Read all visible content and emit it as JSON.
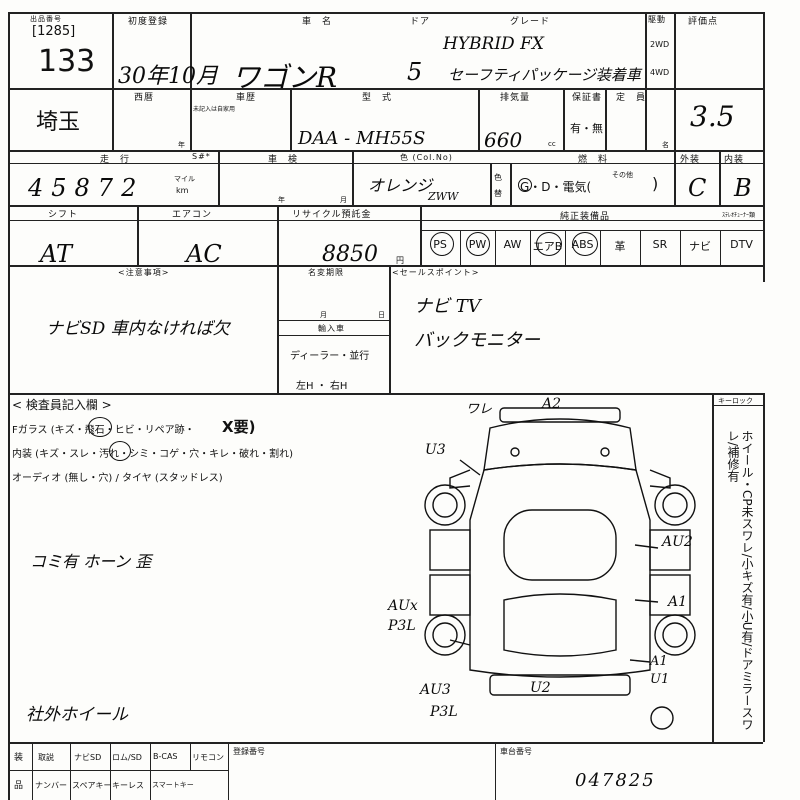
{
  "header": {
    "lot_label": "出品番号",
    "lot_bracket": "[1285]",
    "lot_number": "133",
    "first_reg_label": "初度登録",
    "first_reg_value": "30年10月",
    "model_label": "車　名",
    "model_value": "ワゴンR",
    "door_label": "ドア",
    "door_value": "5",
    "grade_label": "グレード",
    "grade_value_1": "HYBRID FX",
    "grade_value_2": "セーフティパッケージ装着車",
    "drive_label": "駆動",
    "drive_2wd": "2WD",
    "drive_4wd": "4WD",
    "score_label": "評価点",
    "score_value": "3.5"
  },
  "row2": {
    "area_value": "埼玉",
    "year_label": "西暦",
    "inspection_label": "車歴",
    "inspection_sub": "未記入は自家用",
    "year_suffix": "年",
    "type_label": "型　式",
    "type_value": "DAA - MH55S",
    "cc_label": "排気量",
    "cc_value": "660",
    "cc_unit": "cc",
    "warranty_label": "保証書",
    "warranty_value": "有・無",
    "capacity_label": "定　員",
    "capacity_unit": "名"
  },
  "row3": {
    "mileage_label": "走　行",
    "mileage_sub": "S#*",
    "mileage_value": "45872",
    "mileage_unit_1": "マイル",
    "mileage_unit_2": "km",
    "shaken_label": "車　検",
    "year_suffix": "年",
    "month_suffix": "月",
    "color_label": "色 (Col.No)",
    "color_value": "オレンジ",
    "color_code": "ZWW",
    "color_change_1": "色",
    "color_change_2": "替",
    "fuel_label": "燃　料",
    "fuel_value": "G・D・電気(",
    "fuel_other": "その他",
    "fuel_close": ")",
    "exterior_label": "外装",
    "exterior_value": "C",
    "interior_label": "内装",
    "interior_value": "B"
  },
  "row4": {
    "shift_label": "シフト",
    "shift_value": "AT",
    "ac_label": "エアコン",
    "ac_value": "AC",
    "recycle_label": "リサイクル預託金",
    "recycle_value": "8850",
    "recycle_unit": "円",
    "equipment_label": "純正装備品",
    "equipment_items": [
      "PS",
      "PW",
      "AW",
      "エアB",
      "ABS",
      "革",
      "SR",
      "ナビ",
      "DTV"
    ],
    "tuner_label": "ｽﾃﾚｵﾁｭｰﾅｰ類"
  },
  "notes": {
    "caution_label": "<注意事項>",
    "caution_value": "ナビSD 車内なければ欠",
    "name_change_label": "名変期限",
    "month_suffix": "月",
    "day_suffix": "日",
    "import_label": "輸入車",
    "dealer_value": "ディーラー・並行",
    "handle_value": "左H ・ 右H",
    "sales_label": "<セールスポイント>",
    "sales_value_1": "ナビ TV",
    "sales_value_2": "バックモニター"
  },
  "inspector": {
    "title": "< 検査員記入欄 >",
    "glass": "Fガラス (キズ・飛石・ヒビ・リペア跡・",
    "glass_mark": "X要)",
    "interior": "内装 (キズ・スレ・汚れ・シミ・コゲ・穴・キレ・破れ・割れ)",
    "audio": "オーディオ (無し・穴) / タイヤ (スタッドレス)",
    "note_1": "コミ有 ホーン 歪",
    "note_2": "社外ホイール",
    "keyless_label": "キーロック",
    "right_notes": "ホイール・CP未スワレ/小キズ有/小U有/ドアミラースワレ/補修有"
  },
  "damage": {
    "ware": "ワレ",
    "a2": "A2",
    "u3": "U3",
    "au2": "AU2",
    "a1": "A1",
    "aux": "AUx",
    "p3l_1": "P3L",
    "a1b": "A1",
    "u1": "U1",
    "au3": "AU3",
    "u2": "U2",
    "p3l_2": "P3L"
  },
  "footer": {
    "label_1": "装",
    "label_2": "品",
    "items_top": [
      "取説",
      "ナビSD",
      "ロム/SD",
      "B-CAS",
      "リモコン"
    ],
    "items_bottom": [
      "ナンバー",
      "スペアキー",
      "キーレス",
      "スマートキー"
    ],
    "reg_label": "登録番号",
    "chassis_label": "車台番号",
    "chassis_value": "047825"
  }
}
